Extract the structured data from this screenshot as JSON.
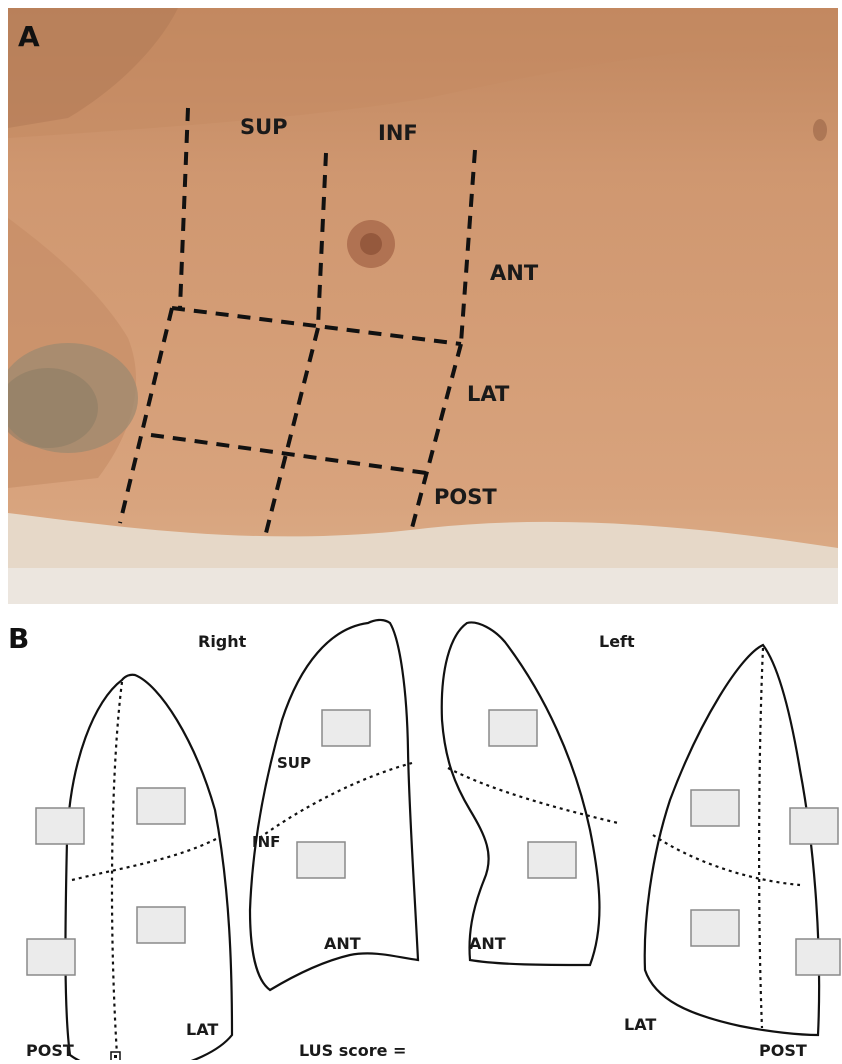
{
  "panel_a": {
    "letter": "A",
    "labels": {
      "sup": "SUP",
      "inf": "INF",
      "ant": "ANT",
      "lat": "LAT",
      "post": "POST"
    }
  },
  "panel_b": {
    "letter": "B",
    "right_label": "Right",
    "left_label": "Left",
    "sup": "SUP",
    "inf": "INF",
    "ant_right": "ANT",
    "ant_left": "ANT",
    "lat_right": "LAT",
    "lat_left": "LAT",
    "post_right": "POST",
    "post_left": "POST",
    "score_label": "LUS score ="
  },
  "colors": {
    "skin": "#d49d76",
    "dashes": "#111111",
    "box_fill": "#ebebeb",
    "box_stroke": "#8a8a8a"
  }
}
